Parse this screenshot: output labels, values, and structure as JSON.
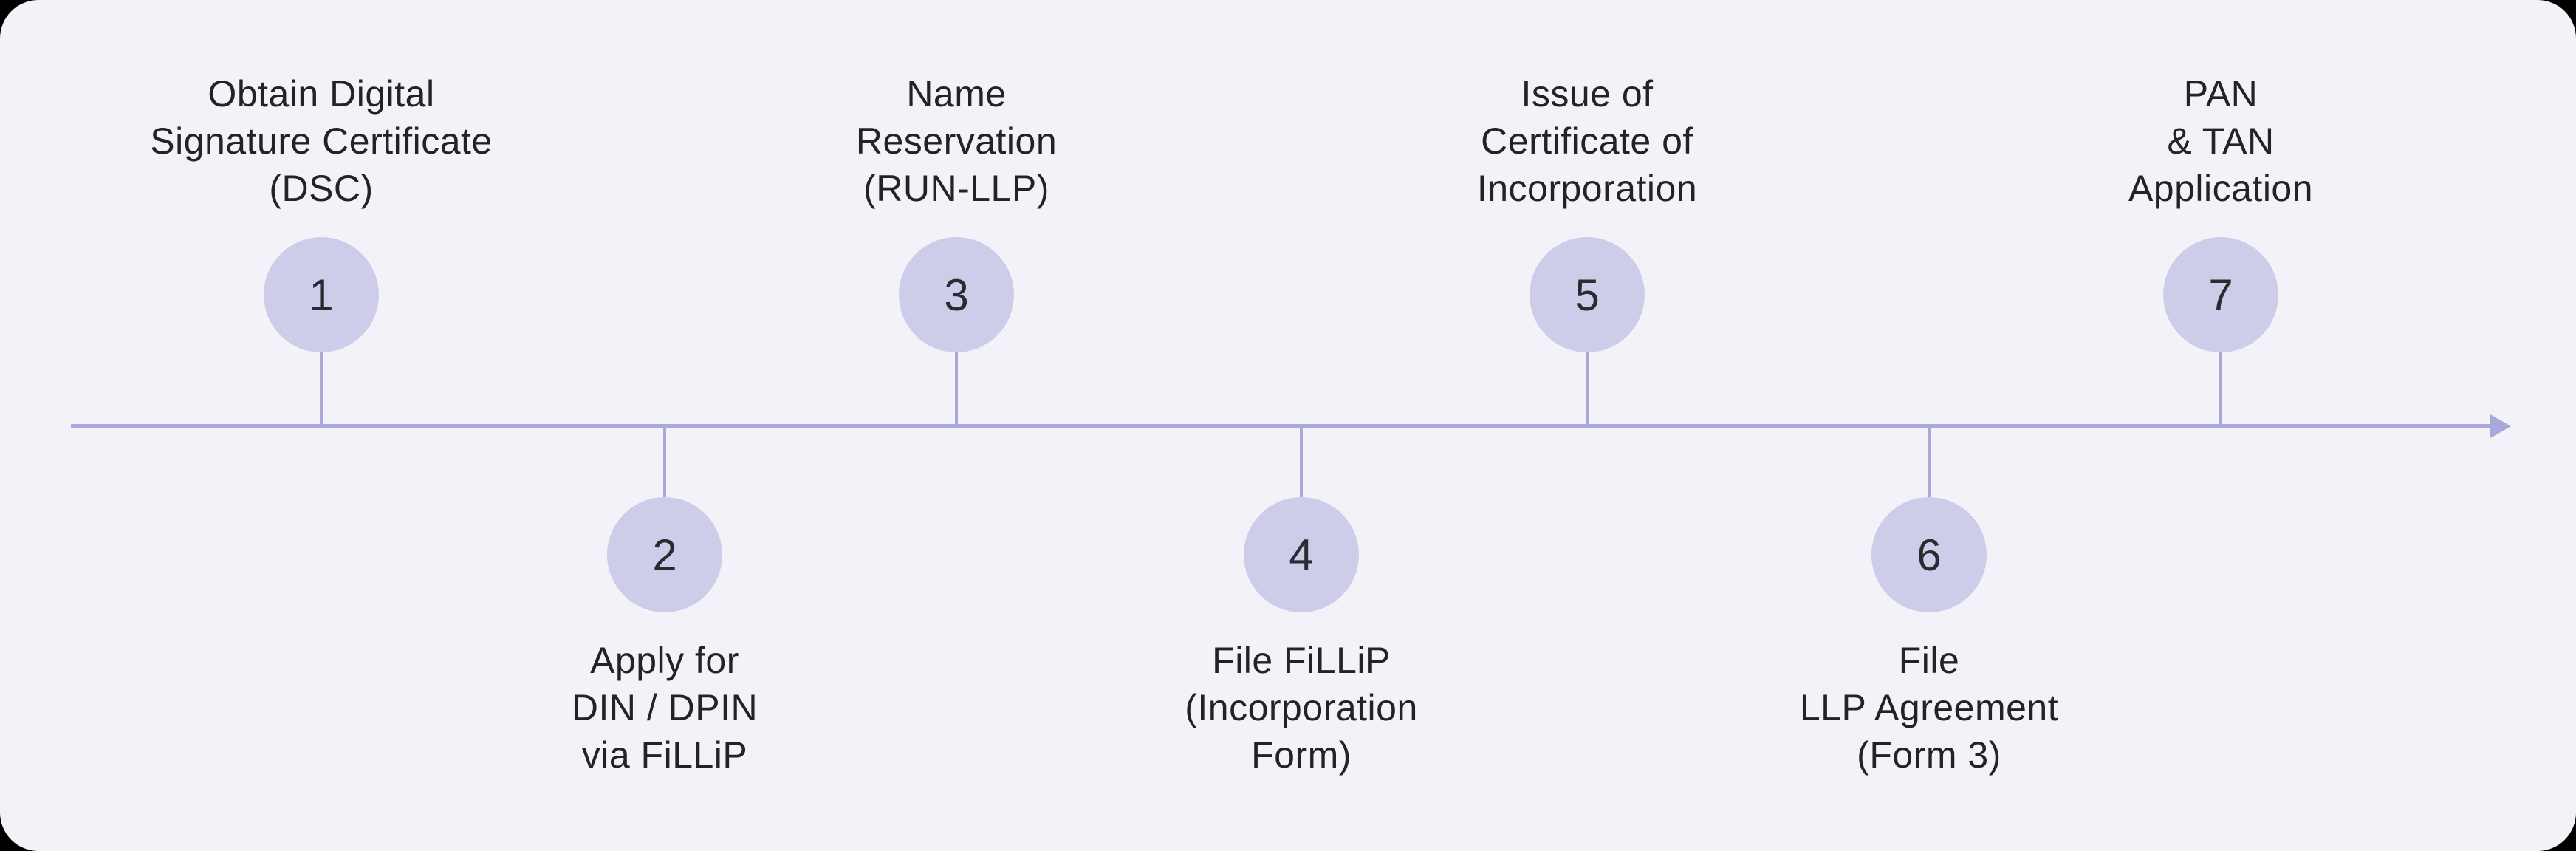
{
  "palette": {
    "outer_background": "#000000",
    "card_background": "#f2f2f8",
    "axis_color": "#a8a8db",
    "circle_fill": "#cdcdea",
    "text_color": "#222228",
    "number_color": "#2a2a31"
  },
  "timeline": {
    "direction": "left-to-right",
    "axis_style": "horizontal line with right arrowhead",
    "step_count": 7
  },
  "steps": [
    {
      "number": "1",
      "position": "above",
      "lines": [
        "Obtain Digital",
        "Signature Certificate",
        "(DSC)"
      ]
    },
    {
      "number": "2",
      "position": "below",
      "lines": [
        "Apply for",
        "DIN / DPIN",
        "via FiLLiP"
      ]
    },
    {
      "number": "3",
      "position": "above",
      "lines": [
        "Name",
        "Reservation",
        "(RUN-LLP)"
      ]
    },
    {
      "number": "4",
      "position": "below",
      "lines": [
        "File FiLLiP",
        "(Incorporation",
        "Form)"
      ]
    },
    {
      "number": "5",
      "position": "above",
      "lines": [
        "Issue of",
        "Certificate of",
        "Incorporation"
      ]
    },
    {
      "number": "6",
      "position": "below",
      "lines": [
        "File",
        "LLP Agreement",
        "(Form 3)"
      ]
    },
    {
      "number": "7",
      "position": "above",
      "lines": [
        "PAN",
        "& TAN",
        "Application"
      ]
    }
  ]
}
